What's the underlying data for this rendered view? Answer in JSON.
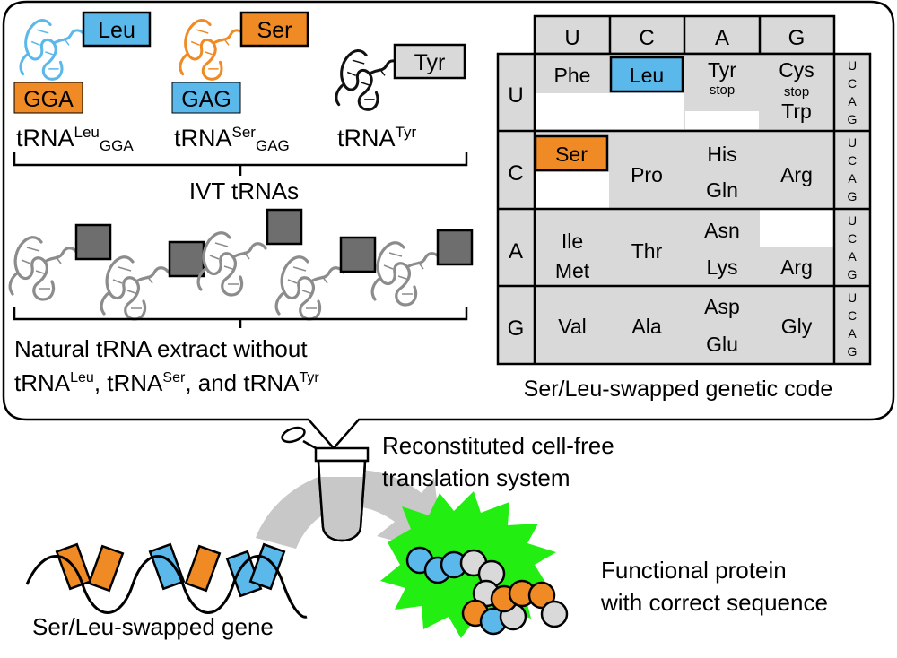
{
  "trnas": {
    "leu": {
      "amino_acid": "Leu",
      "anticodon": "GGA",
      "name": "tRNA",
      "sup": "Leu",
      "sub": "GGA",
      "color": "#5bb8ea"
    },
    "ser": {
      "amino_acid": "Ser",
      "anticodon": "GAG",
      "name": "tRNA",
      "sup": "Ser",
      "sub": "GAG",
      "color": "#f08a24"
    },
    "tyr": {
      "amino_acid": "Tyr",
      "name": "tRNA",
      "sup": "Tyr"
    }
  },
  "ivt_label": "IVT tRNAs",
  "natural_extract": {
    "line1": "Natural tRNA extract without",
    "line2_a": "tRNA",
    "sup_leu": "Leu",
    "line2_b": ", tRNA",
    "sup_ser": "Ser",
    "line2_c": ", and tRNA",
    "sup_tyr": "Tyr"
  },
  "genetic_code": {
    "caption": "Ser/Leu-swapped genetic code",
    "columns": [
      "U",
      "C",
      "A",
      "G"
    ],
    "rows": [
      "U",
      "C",
      "A",
      "G"
    ],
    "third_position": [
      "U",
      "C",
      "A",
      "G"
    ],
    "cells": {
      "uu": "Phe",
      "uc": "Leu",
      "ua_1": "Tyr",
      "ua_2": "stop",
      "ug_1": "Cys",
      "ug_2": "stop",
      "ug_3": "Trp",
      "cu": "Ser",
      "cc": "Pro",
      "ca_1": "His",
      "ca_2": "Gln",
      "cg": "Arg",
      "au_1": "Ile",
      "au_2": "Met",
      "ac": "Thr",
      "aa_1": "Asn",
      "aa_2": "Lys",
      "ag": "Arg",
      "gu": "Val",
      "gc": "Ala",
      "ga_1": "Asp",
      "ga_2": "Glu",
      "gg": "Gly"
    }
  },
  "system_label": {
    "line1": "Reconstituted cell-free",
    "line2": "translation system"
  },
  "gene_label": "Ser/Leu-swapped gene",
  "protein_label": {
    "line1": "Functional protein",
    "line2": "with correct sequence"
  },
  "colors": {
    "leu": "#5bb8ea",
    "ser": "#f08a24",
    "cell_gray": "#d9d9d9",
    "burst_green": "#22ee11",
    "natural_trna": "#8c8c8c",
    "box_gray": "#6e6e6e"
  }
}
